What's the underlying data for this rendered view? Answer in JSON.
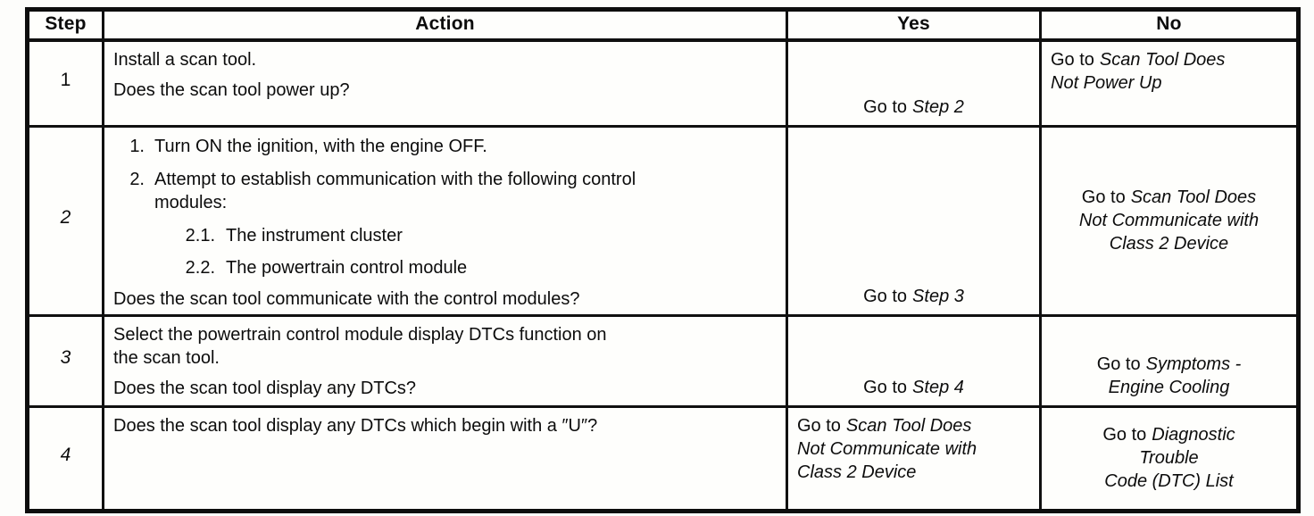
{
  "header": {
    "step": "Step",
    "action": "Action",
    "yes": "Yes",
    "no": "No"
  },
  "rows": [
    {
      "step": "1",
      "action": {
        "p1": "Install a scan tool.",
        "p2": "Does the scan tool power up?"
      },
      "yes": {
        "prefix": "Go to",
        "target": "Step 2"
      },
      "no": {
        "prefix": "Go to",
        "target": "Scan Tool Does\nNot Power Up"
      }
    },
    {
      "step": "2",
      "action": {
        "items": [
          {
            "num": "1.",
            "text": "Turn ON the ignition, with the engine OFF."
          },
          {
            "num": "2.",
            "text": "Attempt to establish communication with the following control\nmodules:"
          },
          {
            "num": "2.1.",
            "text": "The instrument cluster"
          },
          {
            "num": "2.2.",
            "text": "The powertrain control module"
          }
        ],
        "question": "Does the scan tool communicate with the control modules?"
      },
      "yes": {
        "prefix": "Go to",
        "target": "Step 3"
      },
      "no": {
        "prefix": "Go to",
        "target": "Scan Tool Does\nNot Communicate with\nClass 2 Device"
      }
    },
    {
      "step": "3",
      "action": {
        "p1": "Select the powertrain control module display DTCs function on\nthe scan tool.",
        "p2": "Does the scan tool display any DTCs?"
      },
      "yes": {
        "prefix": "Go to",
        "target": "Step 4"
      },
      "no": {
        "prefix": "Go to",
        "target": "Symptoms -\nEngine Cooling"
      }
    },
    {
      "step": "4",
      "action": {
        "p1": "Does the scan tool display any DTCs which begin with a ″U″?"
      },
      "yes": {
        "prefix": "Go to",
        "target": "Scan Tool Does\nNot Communicate with\nClass 2 Device"
      },
      "no": {
        "prefix": "Go to",
        "target": "Diagnostic\nTrouble\nCode (DTC) List"
      }
    }
  ],
  "colors": {
    "ink": "#0c0c0c",
    "paper": "#fdfdfb",
    "border": "#101010"
  }
}
